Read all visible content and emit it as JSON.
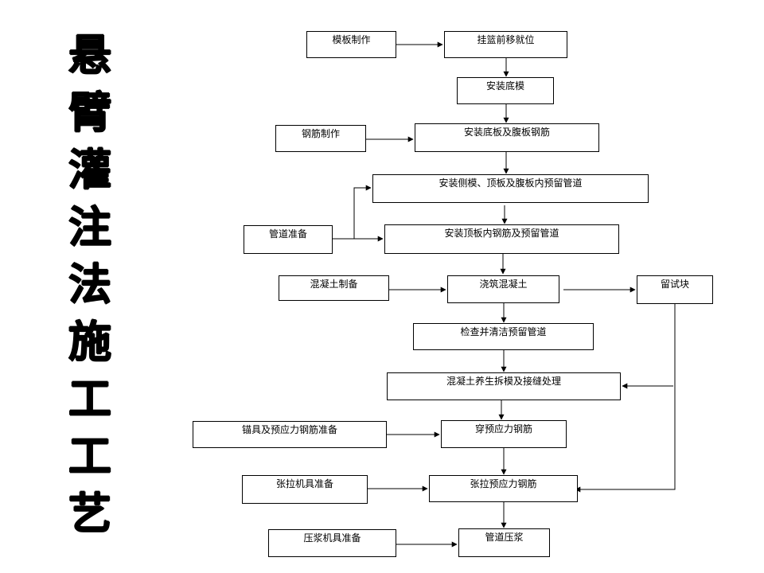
{
  "title": [
    "悬",
    "臂",
    "灌",
    "注",
    "法",
    "施",
    "工",
    "工",
    "艺"
  ],
  "nodes": {
    "formwork_make": "模板制作",
    "basket_move": "挂篮前移就位",
    "bottom_form": "安装底模",
    "rebar_make": "钢筋制作",
    "bottom_web_rebar": "安装底板及腹板钢筋",
    "side_top_form": "安装侧模、顶板及腹板内预留管道",
    "duct_prep": "管道准备",
    "top_rebar": "安装顶板内钢筋及预留管道",
    "concrete_prep": "混凝土制备",
    "pour_concrete": "浇筑混凝土",
    "test_block": "留试块",
    "check_ducts": "检查并清洁预留管道",
    "cure_strip": "混凝土养生拆模及接缝处理",
    "anchor_prep": "锚具及预应力钢筋准备",
    "thread_tendon": "穿预应力钢筋",
    "jack_prep": "张拉机具准备",
    "tension": "张拉预应力钢筋",
    "grout_prep": "压浆机具准备",
    "duct_grout": "管道压浆"
  }
}
